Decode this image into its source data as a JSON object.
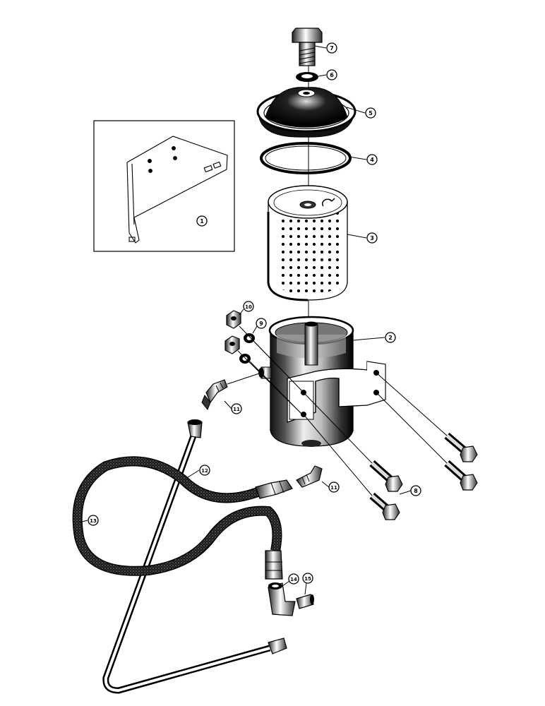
{
  "callouts": {
    "c1": "1",
    "c2": "2",
    "c3": "3",
    "c4": "4",
    "c5": "5",
    "c6": "6",
    "c7": "7",
    "c8": "8",
    "c9": "9",
    "c10": "10",
    "c11a": "11",
    "c11b": "11",
    "c12": "12",
    "c13": "13",
    "c14": "14",
    "c15": "15"
  }
}
